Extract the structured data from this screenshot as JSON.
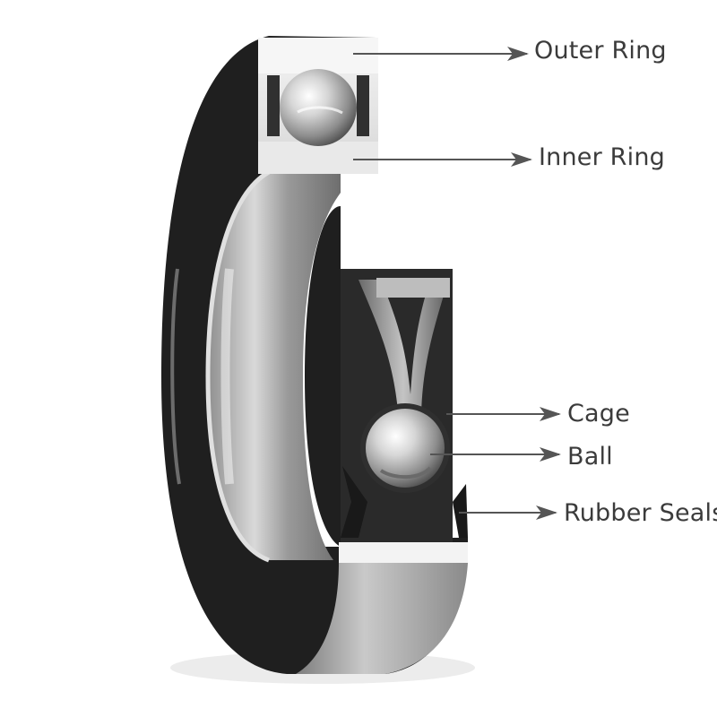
{
  "diagram": {
    "labels": {
      "outer_ring": "Outer Ring",
      "inner_ring": "Inner Ring",
      "cage": "Cage",
      "ball": "Ball",
      "rubber_seals": "Rubber Seals"
    },
    "colors": {
      "rubber": "#1c1c1c",
      "steel_light": "#e6e6e6",
      "steel_mid": "#a9a9a9",
      "steel_dark": "#5a5a5a",
      "leader_line": "#555555",
      "label_text": "#3b3b3b"
    }
  }
}
